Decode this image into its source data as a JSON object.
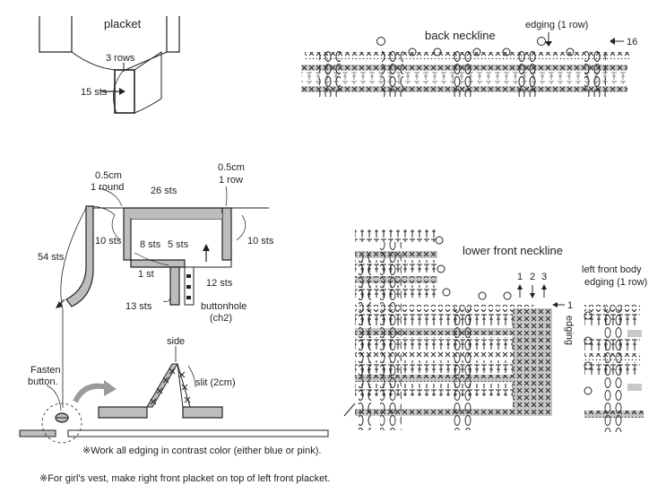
{
  "placket": {
    "title": "placket",
    "rows": "3 rows",
    "sts": "15 sts"
  },
  "back_neckline": {
    "title": "back neckline",
    "edging": "edging (1 row)",
    "row_number": "16"
  },
  "assembly": {
    "top_left_size": "0.5cm",
    "top_left_round": "1 round",
    "top_right_size": "0.5cm",
    "top_right_row": "1 row",
    "sts_26": "26 sts",
    "sts_10_left": "10 sts",
    "sts_10_right": "10 sts",
    "sts_54": "54 sts",
    "sts_8": "8 sts",
    "sts_5": "5 sts",
    "st_1": "1 st",
    "sts_12": "12 sts",
    "sts_13": "13 sts",
    "buttonhole": "buttonhole",
    "buttonhole_ch": "(ch2)",
    "side": "side",
    "slit": "slit (2cm)",
    "fasten_1": "Fasten",
    "fasten_2": "button.",
    "note_edging": "※Work all edging in contrast color (either blue or pink).",
    "note_girls": "※For girl's vest, make right front placket on top of left front placket."
  },
  "lower_front": {
    "title": "lower front neckline",
    "col_1": "1",
    "col_2": "2",
    "col_3": "3",
    "row_1": "1",
    "edging": "edging"
  },
  "left_front": {
    "title_1": "left front body",
    "title_2": "edging (1 row)"
  },
  "colors": {
    "ink": "#222222",
    "band_gray": "#c8c8c8",
    "placket_gray": "#bdbdbd"
  }
}
